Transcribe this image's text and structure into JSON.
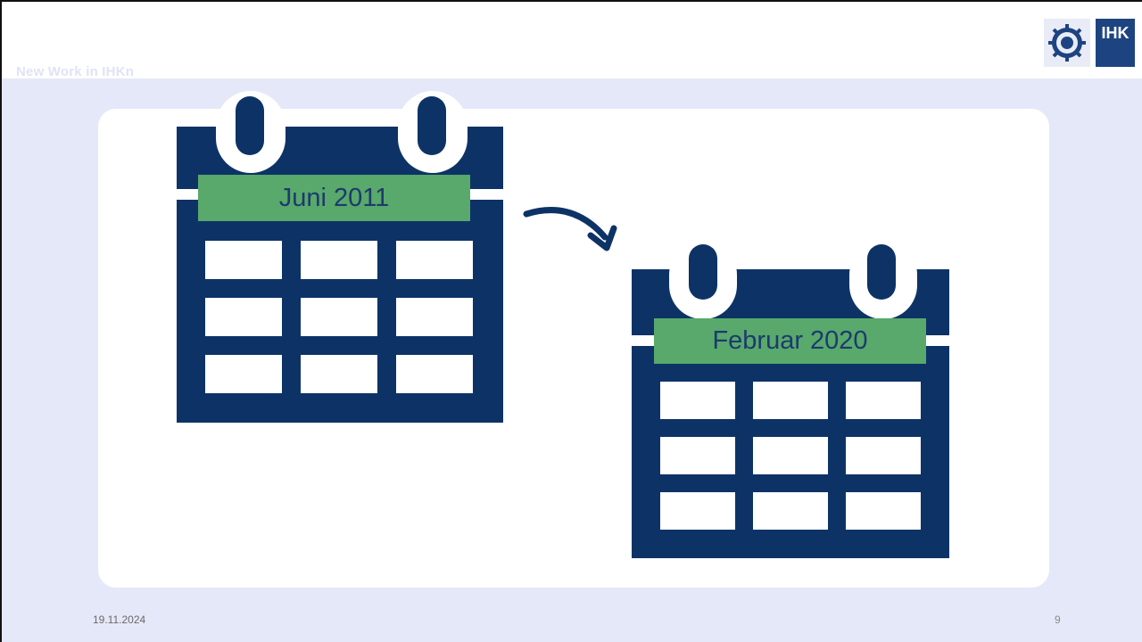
{
  "header": {
    "subtitle": "New Work in IHKn",
    "logo_text": "IHK",
    "logo_icon": "ihk-emblem-icon"
  },
  "calendars": [
    {
      "label": "Juni 2011",
      "icon": "calendar-icon"
    },
    {
      "label": "Februar 2020",
      "icon": "calendar-icon"
    }
  ],
  "arrow_icon": "curved-arrow-icon",
  "footer": {
    "date": "19.11.2024",
    "page_number": "9"
  },
  "colors": {
    "navy": "#0d3366",
    "green_label": "#58a96b",
    "label_text": "#1d3a6e",
    "background": "#e5e8f8"
  }
}
